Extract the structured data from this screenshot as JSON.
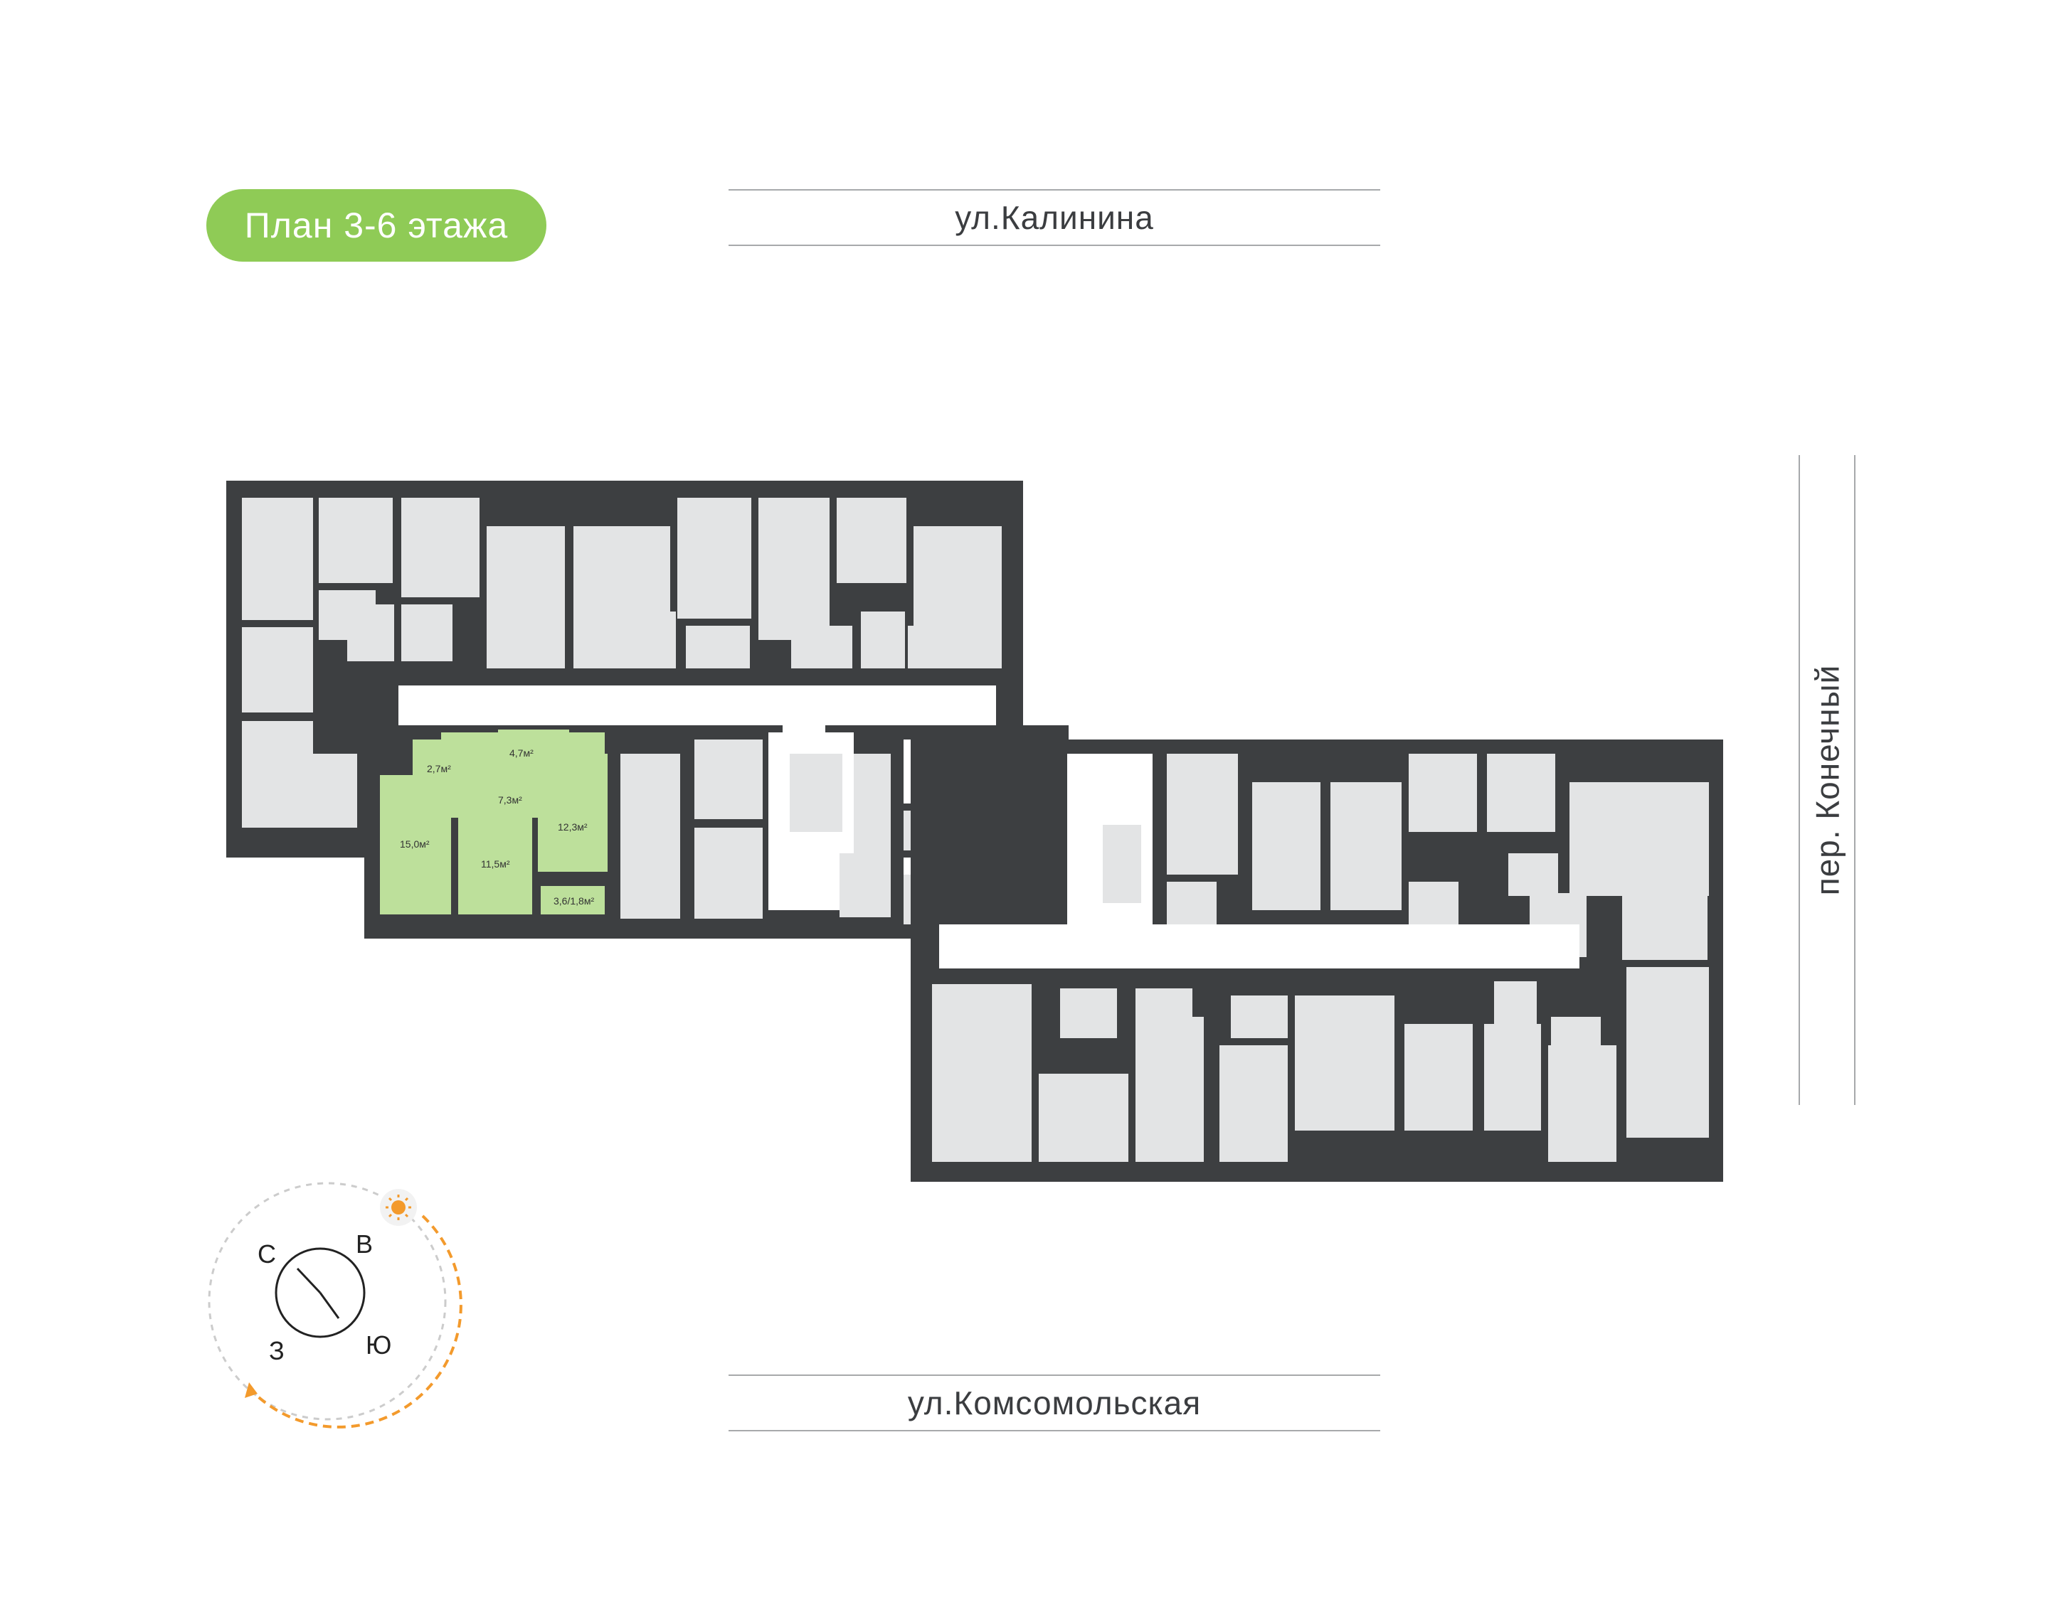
{
  "floor_badge": {
    "label": "План 3-6 этажа",
    "color": "#8fcb56"
  },
  "streets": {
    "north": "ул.Калинина",
    "south": "ул.Комсомольская",
    "east": "пер. Конечный"
  },
  "highlighted_apartment": {
    "color": "#bde09b",
    "rooms": [
      {
        "name": "room-15",
        "area": "15,0м²"
      },
      {
        "name": "room-11",
        "area": "11,5м²"
      },
      {
        "name": "room-12",
        "area": "12,3м²"
      },
      {
        "name": "hall",
        "area": "7,3м²"
      },
      {
        "name": "bath-1",
        "area": "2,7м²"
      },
      {
        "name": "bath-2",
        "area": "4,7м²"
      },
      {
        "name": "balcony",
        "area": "3,6/1,8м²"
      }
    ]
  },
  "compass": {
    "north": "С",
    "east": "В",
    "south": "Ю",
    "west": "З",
    "sun_icon": "sun-icon",
    "arc_color": "#f39a2c"
  },
  "colors": {
    "wall": "#3d3f41",
    "room": "#e3e4e5",
    "street_line": "#a7a9ab"
  }
}
